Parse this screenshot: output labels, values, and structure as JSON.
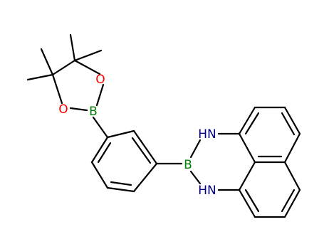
{
  "molecule": {
    "atoms": {
      "o_upper": {
        "symbol": "O",
        "color": "#ff0000"
      },
      "o_lower": {
        "symbol": "O",
        "color": "#ff0000"
      },
      "b_ester": {
        "symbol": "B",
        "color": "#008000"
      },
      "b_diaza": {
        "symbol": "B",
        "color": "#008000"
      },
      "nh_upper": {
        "symbol": "HN",
        "color": "#000080"
      },
      "nh_lower": {
        "symbol": "HN",
        "color": "#000080"
      }
    },
    "bond_color": "#000000",
    "background": "#ffffff"
  }
}
